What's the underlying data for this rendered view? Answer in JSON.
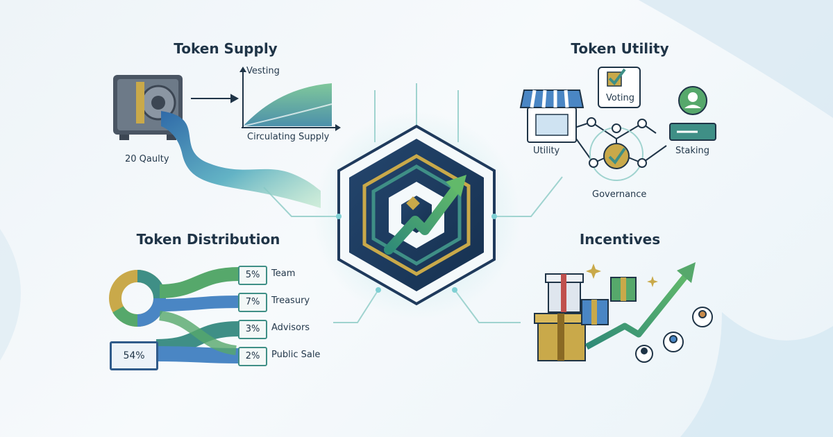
{
  "sections": {
    "supply": {
      "title": "Token Supply",
      "vesting_label": "Vesting",
      "circulating_label": "Circulating Supply",
      "quality_label": "20 Qaulty"
    },
    "utility": {
      "title": "Token Utility",
      "voting_label": "Voting",
      "utility_label": "Utility",
      "staking_label": "Staking",
      "governance_label": "Governance"
    },
    "distribution": {
      "title": "Token Distribution",
      "main_percent": "54%",
      "items": [
        {
          "percent": "5%",
          "label": "Team"
        },
        {
          "percent": "7%",
          "label": "Treasury"
        },
        {
          "percent": "3%",
          "label": "Advisors"
        },
        {
          "percent": "2%",
          "label": "Public Sale"
        }
      ]
    },
    "incentives": {
      "title": "Incentives"
    }
  },
  "colors": {
    "navy": "#1e3a5c",
    "teal": "#3f8f86",
    "green": "#56a86b",
    "gold": "#c9a94a",
    "blue": "#4a86c4",
    "line": "#9fd3cf"
  }
}
